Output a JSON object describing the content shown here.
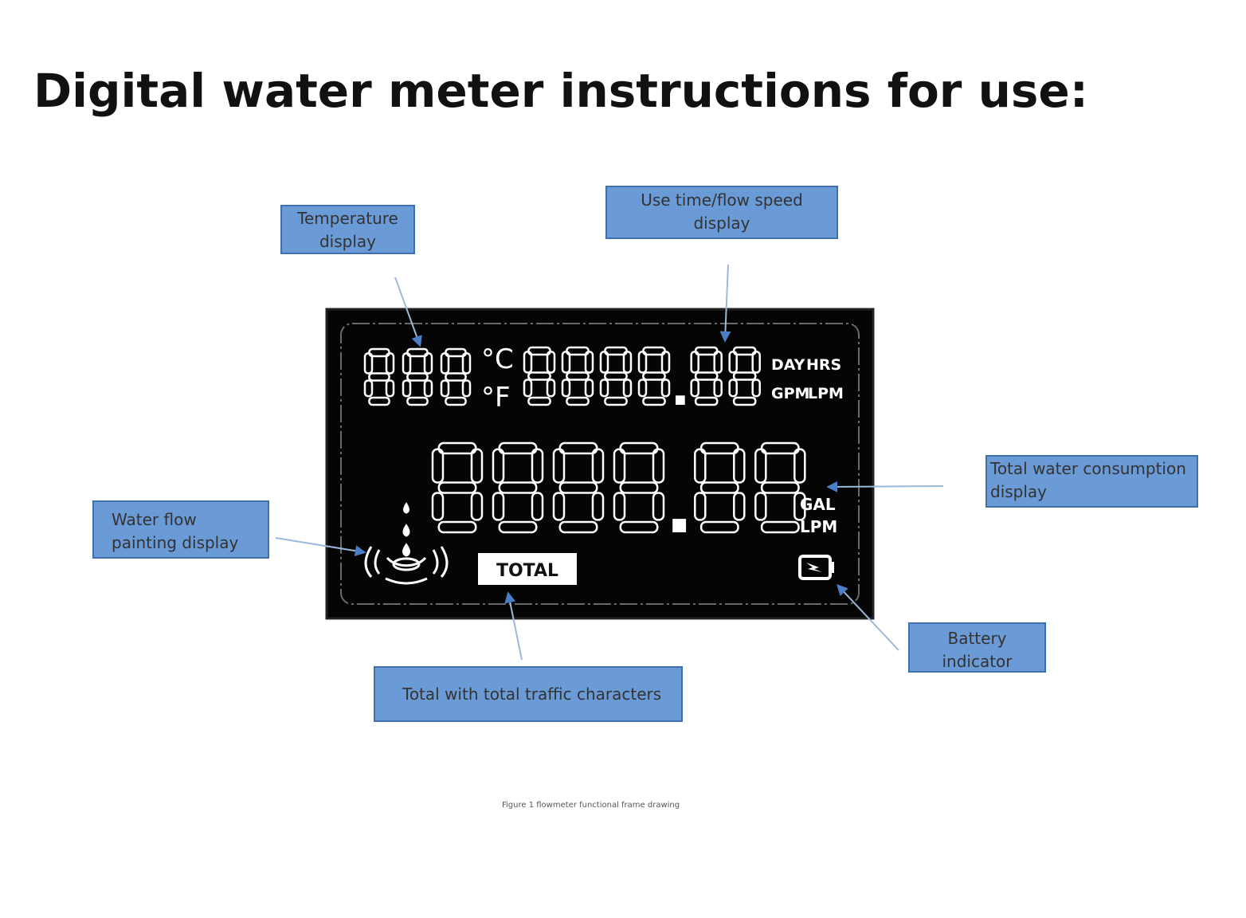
{
  "title": "Digital water meter instructions for use:",
  "caption": "Figure 1 flowmeter functional frame drawing",
  "colors": {
    "callout_fill": "#6a9bd6",
    "callout_border": "#3f6fae",
    "leader_line": "#9db8d8",
    "leader_arrow": "#4a7fc7",
    "lcd_bg": "#050505",
    "segment": "#ffffff"
  },
  "callouts": {
    "temperature": "Temperature\ndisplay",
    "use_time": "Use time/flow speed\ndisplay",
    "total_water": "Total water consumption\ndisplay",
    "water_flow": "Water flow\npainting display",
    "battery": "Battery\nindicator",
    "total_chars": "Total with total traffic characters"
  },
  "lcd": {
    "temp_digits": "888",
    "temp_unit_c": "°C",
    "temp_unit_f": "°F",
    "top_digits": "8888.88",
    "top_units": [
      "DAY",
      "HRS",
      "GPM",
      "LPM"
    ],
    "main_digits": "8888.88",
    "main_units": [
      "GAL",
      "LPM"
    ],
    "total_label": "TOTAL",
    "icons": [
      "water-flow-icon",
      "battery-icon"
    ]
  }
}
